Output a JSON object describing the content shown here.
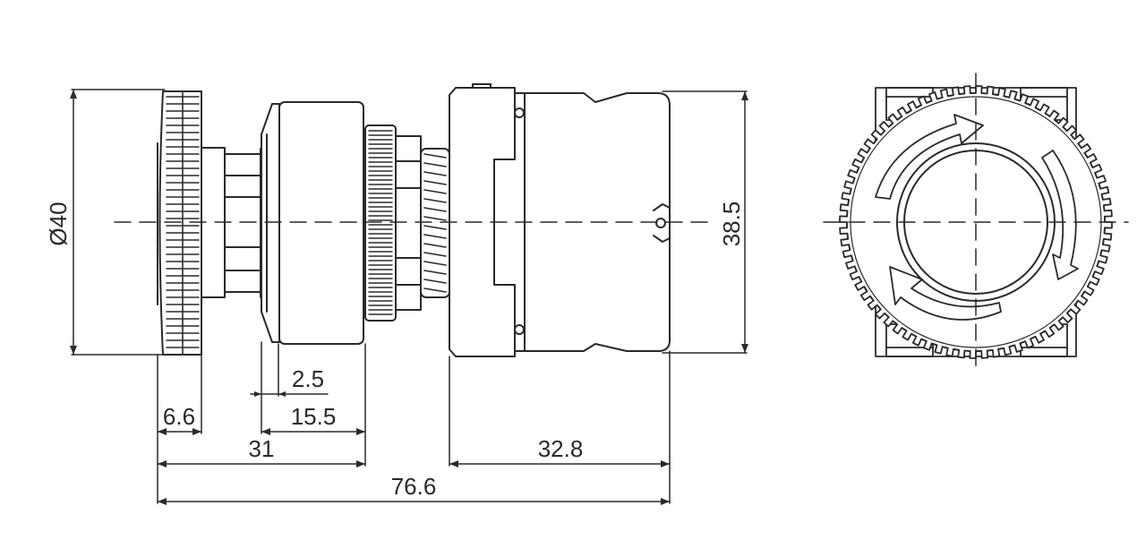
{
  "dimensions": {
    "diameter": "Ø40",
    "height": "38.5",
    "d_2_5": "2.5",
    "d_6_6": "6.6",
    "d_15_5": "15.5",
    "d_31": "31",
    "d_32_8": "32.8",
    "d_76_6": "76.6"
  },
  "colors": {
    "line": "#2a2a2a",
    "background": "#ffffff"
  },
  "icons": [
    "rotation-arrow-icon",
    "center-mark-icon"
  ]
}
